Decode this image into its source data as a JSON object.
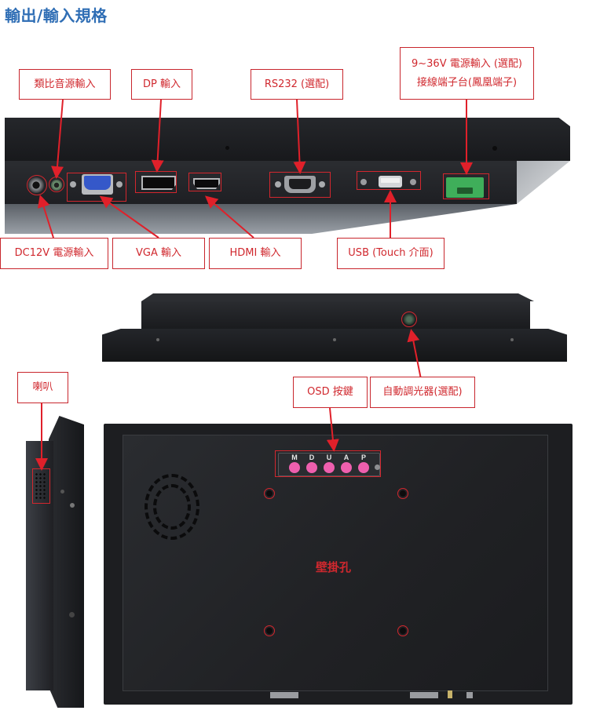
{
  "page": {
    "title": "輸出/輸入規格"
  },
  "colors": {
    "title_blue": "#2f6eb5",
    "callout_red": "#d0282e",
    "osd_key_pink": "#ee5fae",
    "terminal_green": "#3fae5a",
    "vga_blue": "#3558c9",
    "chassis_black": "#1f2024"
  },
  "rear_io_view": {
    "callouts_top": [
      {
        "id": "analog-audio-in",
        "label": "類比音源輸入"
      },
      {
        "id": "dp-in",
        "label": "DP 輸入"
      },
      {
        "id": "rs232",
        "label": "RS232 (選配)"
      },
      {
        "id": "dc-9-36v-in",
        "line1": "9~36V 電源輸入 (選配)",
        "line2": "接線端子台(鳳凰端子)"
      }
    ],
    "callouts_bottom": [
      {
        "id": "dc12v-in",
        "label": "DC12V 電源輸入"
      },
      {
        "id": "vga-in",
        "label": "VGA 輸入"
      },
      {
        "id": "hdmi-in",
        "label": "HDMI 輸入"
      },
      {
        "id": "usb-touch",
        "label": "USB (Touch 介面)"
      }
    ]
  },
  "top_view": {
    "callouts": [
      {
        "id": "osd-keys",
        "label": "OSD 按鍵"
      },
      {
        "id": "auto-dimmer",
        "label": "自動調光器(選配)"
      }
    ]
  },
  "side_view": {
    "callouts": [
      {
        "id": "speaker",
        "label": "喇叭"
      }
    ]
  },
  "back_view": {
    "osd_keys": [
      "M",
      "D",
      "U",
      "A",
      "P"
    ],
    "wall_mount_label": "壁掛孔"
  }
}
